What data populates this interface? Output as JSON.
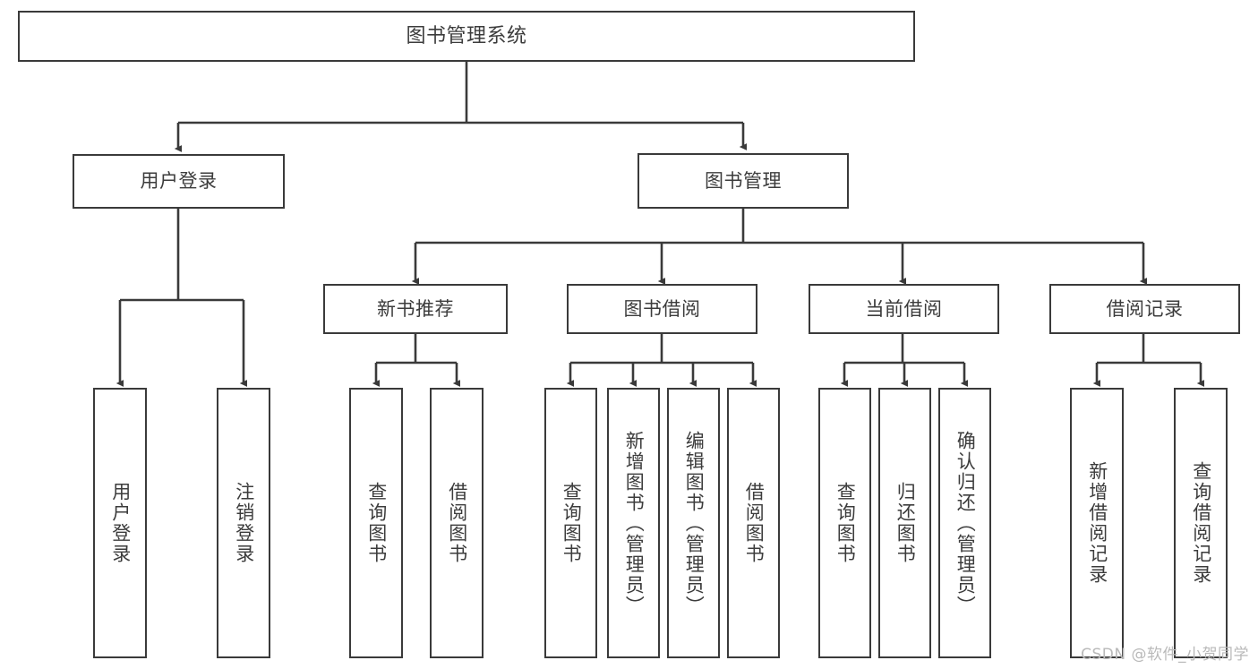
{
  "diagram": {
    "title": "图书管理系统",
    "type": "tree-hierarchy",
    "background_color": "#ffffff",
    "line_color": "#3a3a3a",
    "box_border_color": "#3a3a3a",
    "text_color": "#3c3c3c"
  },
  "root": {
    "label": "图书管理系统"
  },
  "level1": [
    {
      "label": "用户登录"
    },
    {
      "label": "图书管理"
    }
  ],
  "level2": [
    {
      "label": "新书推荐"
    },
    {
      "label": "图书借阅"
    },
    {
      "label": "当前借阅"
    },
    {
      "label": "借阅记录"
    }
  ],
  "leaves": {
    "user_login": [
      {
        "label": "用户登录"
      },
      {
        "label": "注销登录"
      }
    ],
    "new_book_recommend": [
      {
        "label": "查询图书"
      },
      {
        "label": "借阅图书"
      }
    ],
    "book_borrow": [
      {
        "label": "查询图书"
      },
      {
        "label": "新增图书（管理员）"
      },
      {
        "label": "编辑图书（管理员）"
      },
      {
        "label": "借阅图书"
      }
    ],
    "current_borrow": [
      {
        "label": "查询图书"
      },
      {
        "label": "归还图书"
      },
      {
        "label": "确认归还（管理员）"
      }
    ],
    "borrow_record": [
      {
        "label": "新增借阅记录"
      },
      {
        "label": "查询借阅记录"
      }
    ]
  },
  "watermark": {
    "text": "CSDN @软件_小贺同学"
  }
}
